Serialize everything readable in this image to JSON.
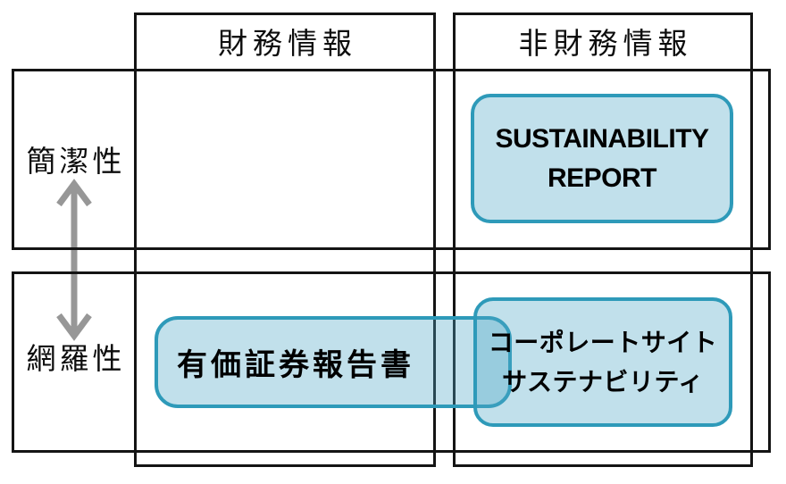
{
  "matrix": {
    "columns": [
      {
        "label": "財務情報"
      },
      {
        "label": "非財務情報"
      }
    ],
    "rows": [
      {
        "label": "簡潔性"
      },
      {
        "label": "網羅性"
      }
    ]
  },
  "boxes": {
    "sustainability": {
      "line1": "SUSTAINABILITY",
      "line2": "REPORT"
    },
    "yuho": {
      "label": "有価証券報告書"
    },
    "corporate": {
      "line1": "コーポレートサイト",
      "line2": "サステナビリティ"
    }
  },
  "icons": {
    "axis_arrow": "double-headed-vertical-arrow"
  },
  "colors": {
    "grid": "#141414",
    "box_border": "#2e9ab9",
    "box_fill_tint": "#4da6c7",
    "box_fill_overlap": "#98ccde",
    "arrow": "#979797",
    "text": "#0d0d0d"
  }
}
